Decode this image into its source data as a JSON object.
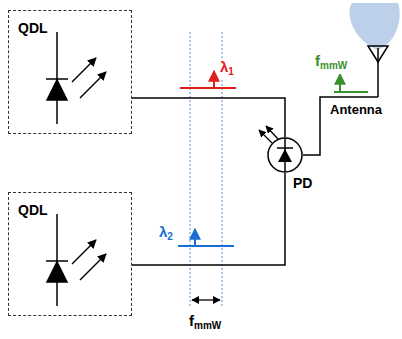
{
  "diagram": {
    "nodes": [
      {
        "text": [
          "QDL"
        ]
      },
      {
        "text": [
          "QDL"
        ]
      },
      {
        "text": [
          "PD"
        ]
      },
      {
        "text": [
          "Antenna"
        ]
      }
    ],
    "edges": [
      {
        "from": 0,
        "to": 2,
        "arrow": "none"
      },
      {
        "from": 1,
        "to": 2,
        "arrow": "none"
      },
      {
        "from": 2,
        "to": 3,
        "arrow": "none"
      }
    ],
    "labels": [
      "λ1",
      "λ2",
      "fmmW",
      "fmmW"
    ]
  }
}
